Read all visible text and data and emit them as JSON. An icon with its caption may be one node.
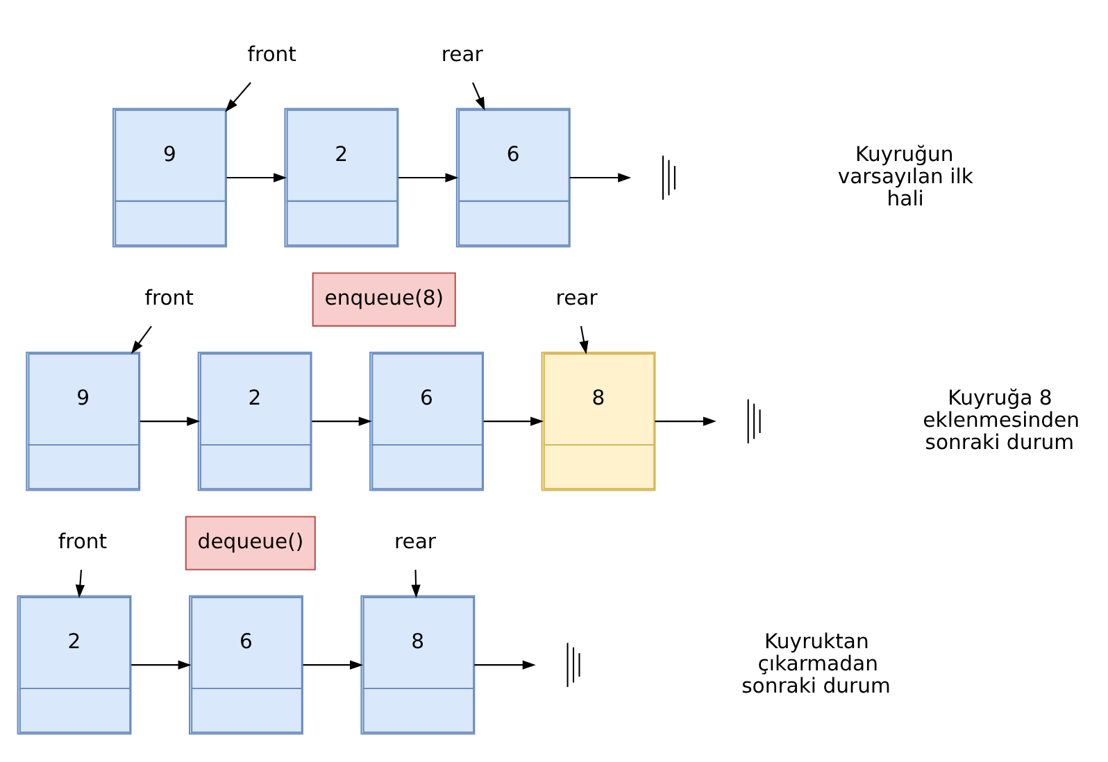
{
  "diagram": {
    "nodes": [
      {
        "text": [
          "front"
        ]
      },
      {
        "text": [
          "rear"
        ]
      },
      {
        "text": [
          "9"
        ]
      },
      {
        "text": [
          "2"
        ]
      },
      {
        "text": [
          "6"
        ]
      },
      {
        "text": [],
        "shape": "ground"
      },
      {
        "text": [
          "front"
        ]
      },
      {
        "text": [
          "enqueue(8)"
        ]
      },
      {
        "text": [
          "rear"
        ]
      },
      {
        "text": [
          "9"
        ]
      },
      {
        "text": [
          "2"
        ]
      },
      {
        "text": [
          "6"
        ]
      },
      {
        "text": [
          "8"
        ]
      },
      {
        "text": [],
        "shape": "ground"
      },
      {
        "text": [
          "front"
        ]
      },
      {
        "text": [
          "dequeue()"
        ]
      },
      {
        "text": [
          "rear"
        ]
      },
      {
        "text": [
          "2"
        ]
      },
      {
        "text": [
          "6"
        ]
      },
      {
        "text": [
          "8"
        ]
      },
      {
        "text": [],
        "shape": "ground"
      }
    ],
    "edges": [
      {
        "from": 0,
        "to": 2,
        "arrow": "to"
      },
      {
        "from": 1,
        "to": 4,
        "arrow": "to"
      },
      {
        "from": 2,
        "to": 3,
        "arrow": "to"
      },
      {
        "from": 3,
        "to": 4,
        "arrow": "to"
      },
      {
        "from": 4,
        "to": 5,
        "arrow": "to"
      },
      {
        "from": 6,
        "to": 9,
        "arrow": "to"
      },
      {
        "from": 8,
        "to": 12,
        "arrow": "to"
      },
      {
        "from": 9,
        "to": 10,
        "arrow": "to"
      },
      {
        "from": 10,
        "to": 11,
        "arrow": "to"
      },
      {
        "from": 11,
        "to": 12,
        "arrow": "to"
      },
      {
        "from": 12,
        "to": 13,
        "arrow": "to"
      },
      {
        "from": 14,
        "to": 17,
        "arrow": "to"
      },
      {
        "from": 16,
        "to": 19,
        "arrow": "to"
      },
      {
        "from": 17,
        "to": 18,
        "arrow": "to"
      },
      {
        "from": 18,
        "to": 19,
        "arrow": "to"
      },
      {
        "from": 19,
        "to": 20,
        "arrow": "to"
      }
    ],
    "labels": [
      "Kuyruğun varsayılan ilk hali",
      "Kuyruğa 8 eklenmesinden sonraki durum",
      "Kuyruktan çıkarmadan sonraki durum"
    ]
  }
}
